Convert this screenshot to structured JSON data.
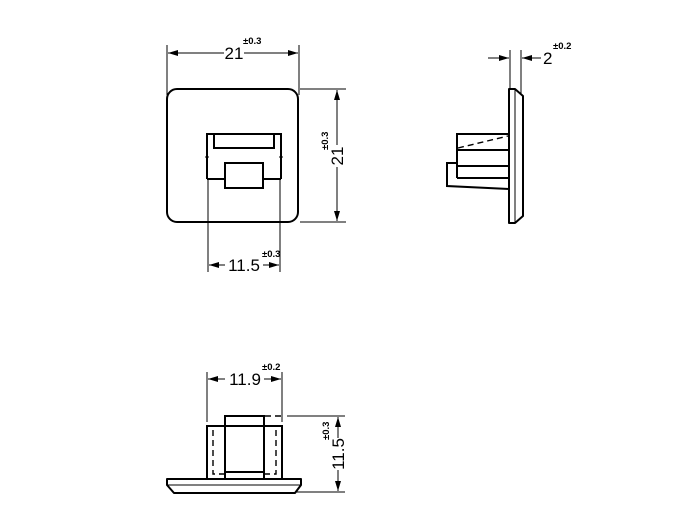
{
  "title": "Technical drawing of square plug/cap with three orthographic views",
  "colors": {
    "line": "#000000",
    "background": "#ffffff"
  },
  "views": {
    "front": {
      "name": "front-view",
      "dimensions": {
        "width": {
          "value": "21",
          "tolerance": "±0.3"
        },
        "height": {
          "value": "21",
          "tolerance": "±0.3"
        },
        "insert_width": {
          "value": "11.5",
          "tolerance": "±0.3"
        }
      }
    },
    "side": {
      "name": "side-view",
      "dimensions": {
        "plate_thickness": {
          "value": "2",
          "tolerance": "±0.2"
        }
      }
    },
    "bottom": {
      "name": "bottom-view",
      "dimensions": {
        "insert_width": {
          "value": "11.9",
          "tolerance": "±0.2"
        },
        "insert_depth": {
          "value": "11.5",
          "tolerance": "±0.3"
        }
      }
    }
  }
}
